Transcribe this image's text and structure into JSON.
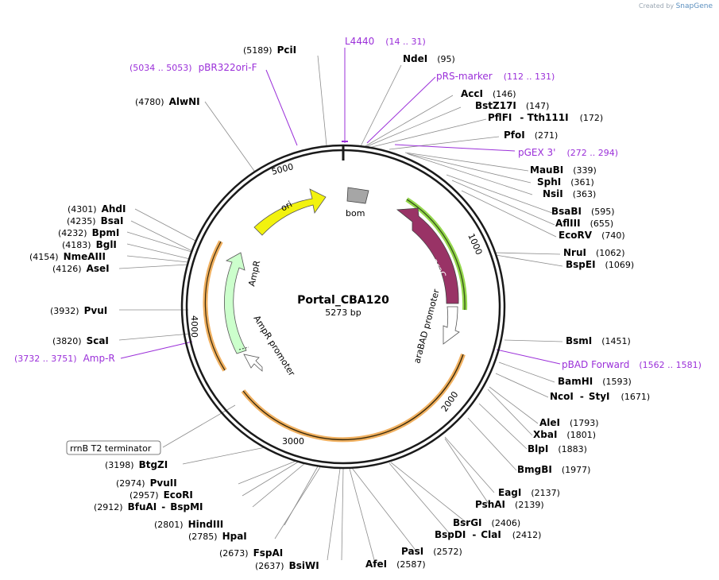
{
  "header": {
    "created_by": "Created by",
    "app": "SnapGene"
  },
  "plasmid": {
    "name": "Portal_CBA120",
    "length": "5273 bp"
  },
  "ticks": [
    "1000",
    "2000",
    "3000",
    "4000",
    "5000"
  ],
  "features": {
    "ori": "ori",
    "bom": "bom",
    "AmpR": "AmpR",
    "AmpR_promoter": "AmpR promoter",
    "araC": "araC",
    "araBAD_promoter": "araBAD promoter",
    "rrnB": "rrnB T2 terminator"
  },
  "sites": [
    {
      "name": "PciI",
      "pos": "(5189)"
    },
    {
      "name": "NdeI",
      "pos": "(95)"
    },
    {
      "name": "AccI",
      "pos": "(146)"
    },
    {
      "name": "BstZ17I",
      "pos": "(147)"
    },
    {
      "name": "PflFI",
      "sep": "-",
      "name2": "Tth111I",
      "pos": "(172)"
    },
    {
      "name": "PfoI",
      "pos": "(271)"
    },
    {
      "name": "MauBI",
      "pos": "(339)"
    },
    {
      "name": "SphI",
      "pos": "(361)"
    },
    {
      "name": "NsiI",
      "pos": "(363)"
    },
    {
      "name": "BsaBI",
      "pos": "(595)"
    },
    {
      "name": "AflIII",
      "pos": "(655)"
    },
    {
      "name": "EcoRV",
      "pos": "(740)"
    },
    {
      "name": "NruI",
      "pos": "(1062)"
    },
    {
      "name": "BspEI",
      "pos": "(1069)"
    },
    {
      "name": "BsmI",
      "pos": "(1451)"
    },
    {
      "name": "BamHI",
      "pos": "(1593)"
    },
    {
      "name": "NcoI",
      "sep": "-",
      "name2": "StyI",
      "pos": "(1671)"
    },
    {
      "name": "AleI",
      "pos": "(1793)"
    },
    {
      "name": "XbaI",
      "pos": "(1801)"
    },
    {
      "name": "BlpI",
      "pos": "(1883)"
    },
    {
      "name": "BmgBI",
      "pos": "(1977)"
    },
    {
      "name": "EagI",
      "pos": "(2137)"
    },
    {
      "name": "PshAI",
      "pos": "(2139)"
    },
    {
      "name": "BsrGI",
      "pos": "(2406)"
    },
    {
      "name": "BspDI",
      "sep": "-",
      "name2": "ClaI",
      "pos": "(2412)"
    },
    {
      "name": "PasI",
      "pos": "(2572)"
    },
    {
      "name": "AfeI",
      "pos": "(2587)"
    },
    {
      "name": "BsiWI",
      "pos": "(2637)"
    },
    {
      "name": "FspAI",
      "pos": "(2673)"
    },
    {
      "name": "HpaI",
      "pos": "(2785)"
    },
    {
      "name": "HindIII",
      "pos": "(2801)"
    },
    {
      "name": "BfuAI",
      "sep": "-",
      "name2": "BspMI",
      "pos": "(2912)"
    },
    {
      "name": "EcoRI",
      "pos": "(2957)"
    },
    {
      "name": "PvuII",
      "pos": "(2974)"
    },
    {
      "name": "BtgZI",
      "pos": "(3198)"
    },
    {
      "name": "ScaI",
      "pos": "(3820)"
    },
    {
      "name": "PvuI",
      "pos": "(3932)"
    },
    {
      "name": "AseI",
      "pos": "(4126)"
    },
    {
      "name": "NmeAIII",
      "pos": "(4154)"
    },
    {
      "name": "BglI",
      "pos": "(4183)"
    },
    {
      "name": "BpmI",
      "pos": "(4232)"
    },
    {
      "name": "BsaI",
      "pos": "(4235)"
    },
    {
      "name": "AhdI",
      "pos": "(4301)"
    },
    {
      "name": "AlwNI",
      "pos": "(4780)"
    }
  ],
  "primers": [
    {
      "name": "L4440",
      "pos": "(14 .. 31)"
    },
    {
      "name": "pRS-marker",
      "pos": "(112 .. 131)"
    },
    {
      "name": "pGEX 3'",
      "pos": "(272 .. 294)"
    },
    {
      "name": "pBAD Forward",
      "pos": "(1562 .. 1581)"
    },
    {
      "name": "Amp-R",
      "pos": "(3732 .. 3751)"
    },
    {
      "name": "pBR322ori-F",
      "pos": "(5034 .. 5053)"
    }
  ],
  "colors": {
    "backbone": "#1a1a1a",
    "ori": "#f2f20f",
    "AmpR": "#ccffcc",
    "araC": "#993366",
    "bom": "#a6a6a6",
    "primer": "#9b30d9",
    "highlight_orange": "#f0b060",
    "highlight_green": "#8ad43a"
  }
}
